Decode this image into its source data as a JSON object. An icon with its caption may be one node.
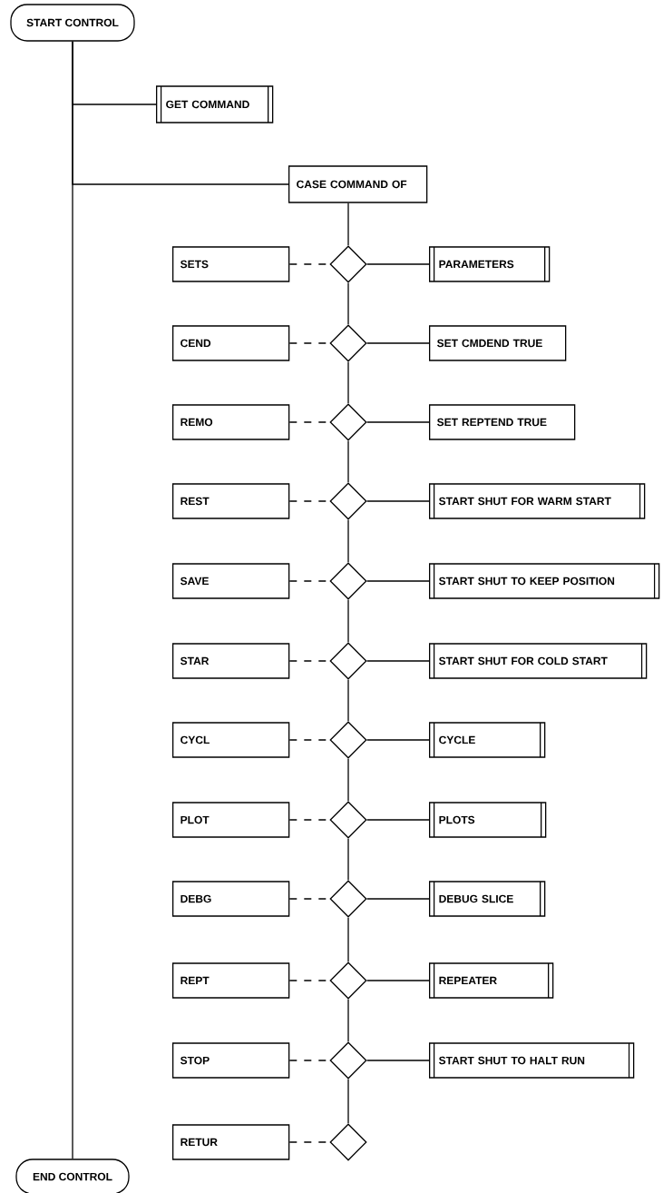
{
  "diagram": {
    "nodes": [
      {
        "text": [
          "START CONTROL"
        ]
      },
      {
        "text": [
          "GET COMMAND"
        ]
      },
      {
        "text": [
          "CASE COMMAND OF"
        ]
      },
      {
        "text": [
          "SETS"
        ]
      },
      {
        "text": [],
        "shape": "diamond"
      },
      {
        "text": [
          "PARAMETERS"
        ]
      },
      {
        "text": [
          "CEND"
        ]
      },
      {
        "text": [],
        "shape": "diamond"
      },
      {
        "text": [
          "SET CMDEND TRUE"
        ]
      },
      {
        "text": [
          "REMO"
        ]
      },
      {
        "text": [],
        "shape": "diamond"
      },
      {
        "text": [
          "SET REPTEND TRUE"
        ]
      },
      {
        "text": [
          "REST"
        ]
      },
      {
        "text": [],
        "shape": "diamond"
      },
      {
        "text": [
          "START SHUT FOR WARM START"
        ]
      },
      {
        "text": [
          "SAVE"
        ]
      },
      {
        "text": [],
        "shape": "diamond"
      },
      {
        "text": [
          "START SHUT TO KEEP POSITION"
        ]
      },
      {
        "text": [
          "STAR"
        ]
      },
      {
        "text": [],
        "shape": "diamond"
      },
      {
        "text": [
          "START SHUT FOR COLD START"
        ]
      },
      {
        "text": [
          "CYCL"
        ]
      },
      {
        "text": [],
        "shape": "diamond"
      },
      {
        "text": [
          "CYCLE"
        ]
      },
      {
        "text": [
          "PLOT"
        ]
      },
      {
        "text": [],
        "shape": "diamond"
      },
      {
        "text": [
          "PLOTS"
        ]
      },
      {
        "text": [
          "DEBG"
        ]
      },
      {
        "text": [],
        "shape": "diamond"
      },
      {
        "text": [
          "DEBUG SLICE"
        ]
      },
      {
        "text": [
          "REPT"
        ]
      },
      {
        "text": [],
        "shape": "diamond"
      },
      {
        "text": [
          "REPEATER"
        ]
      },
      {
        "text": [
          "STOP"
        ]
      },
      {
        "text": [],
        "shape": "diamond"
      },
      {
        "text": [
          "START SHUT TO HALT RUN"
        ]
      },
      {
        "text": [
          "RETUR"
        ]
      },
      {
        "text": [],
        "shape": "diamond"
      },
      {
        "text": [
          "END CONTROL"
        ]
      }
    ],
    "edges": [
      {
        "from": 0,
        "to": 38,
        "arrow": "none"
      },
      {
        "from": 0,
        "to": 1,
        "arrow": "none"
      },
      {
        "from": 0,
        "to": 2,
        "arrow": "none"
      },
      {
        "from": 2,
        "to": 4,
        "arrow": "none"
      },
      {
        "from": 3,
        "to": 4,
        "arrow": "none",
        "style": "dashed"
      },
      {
        "from": 4,
        "to": 5,
        "arrow": "none"
      },
      {
        "from": 4,
        "to": 7,
        "arrow": "none"
      },
      {
        "from": 6,
        "to": 7,
        "arrow": "none",
        "style": "dashed"
      },
      {
        "from": 7,
        "to": 8,
        "arrow": "none"
      },
      {
        "from": 7,
        "to": 10,
        "arrow": "none"
      },
      {
        "from": 9,
        "to": 10,
        "arrow": "none",
        "style": "dashed"
      },
      {
        "from": 10,
        "to": 11,
        "arrow": "none"
      },
      {
        "from": 10,
        "to": 13,
        "arrow": "none"
      },
      {
        "from": 12,
        "to": 13,
        "arrow": "none",
        "style": "dashed"
      },
      {
        "from": 13,
        "to": 14,
        "arrow": "none"
      },
      {
        "from": 13,
        "to": 16,
        "arrow": "none"
      },
      {
        "from": 15,
        "to": 16,
        "arrow": "none",
        "style": "dashed"
      },
      {
        "from": 16,
        "to": 17,
        "arrow": "none"
      },
      {
        "from": 16,
        "to": 19,
        "arrow": "none"
      },
      {
        "from": 18,
        "to": 19,
        "arrow": "none",
        "style": "dashed"
      },
      {
        "from": 19,
        "to": 20,
        "arrow": "none"
      },
      {
        "from": 19,
        "to": 22,
        "arrow": "none"
      },
      {
        "from": 21,
        "to": 22,
        "arrow": "none",
        "style": "dashed"
      },
      {
        "from": 22,
        "to": 23,
        "arrow": "none"
      },
      {
        "from": 22,
        "to": 25,
        "arrow": "none"
      },
      {
        "from": 24,
        "to": 25,
        "arrow": "none",
        "style": "dashed"
      },
      {
        "from": 25,
        "to": 26,
        "arrow": "none"
      },
      {
        "from": 25,
        "to": 28,
        "arrow": "none"
      },
      {
        "from": 27,
        "to": 28,
        "arrow": "none",
        "style": "dashed"
      },
      {
        "from": 28,
        "to": 29,
        "arrow": "none"
      },
      {
        "from": 28,
        "to": 31,
        "arrow": "none"
      },
      {
        "from": 30,
        "to": 31,
        "arrow": "none",
        "style": "dashed"
      },
      {
        "from": 31,
        "to": 32,
        "arrow": "none"
      },
      {
        "from": 31,
        "to": 34,
        "arrow": "none"
      },
      {
        "from": 33,
        "to": 34,
        "arrow": "none",
        "style": "dashed"
      },
      {
        "from": 34,
        "to": 35,
        "arrow": "none"
      },
      {
        "from": 34,
        "to": 37,
        "arrow": "none"
      },
      {
        "from": 36,
        "to": 37,
        "arrow": "none",
        "style": "dashed"
      }
    ]
  }
}
